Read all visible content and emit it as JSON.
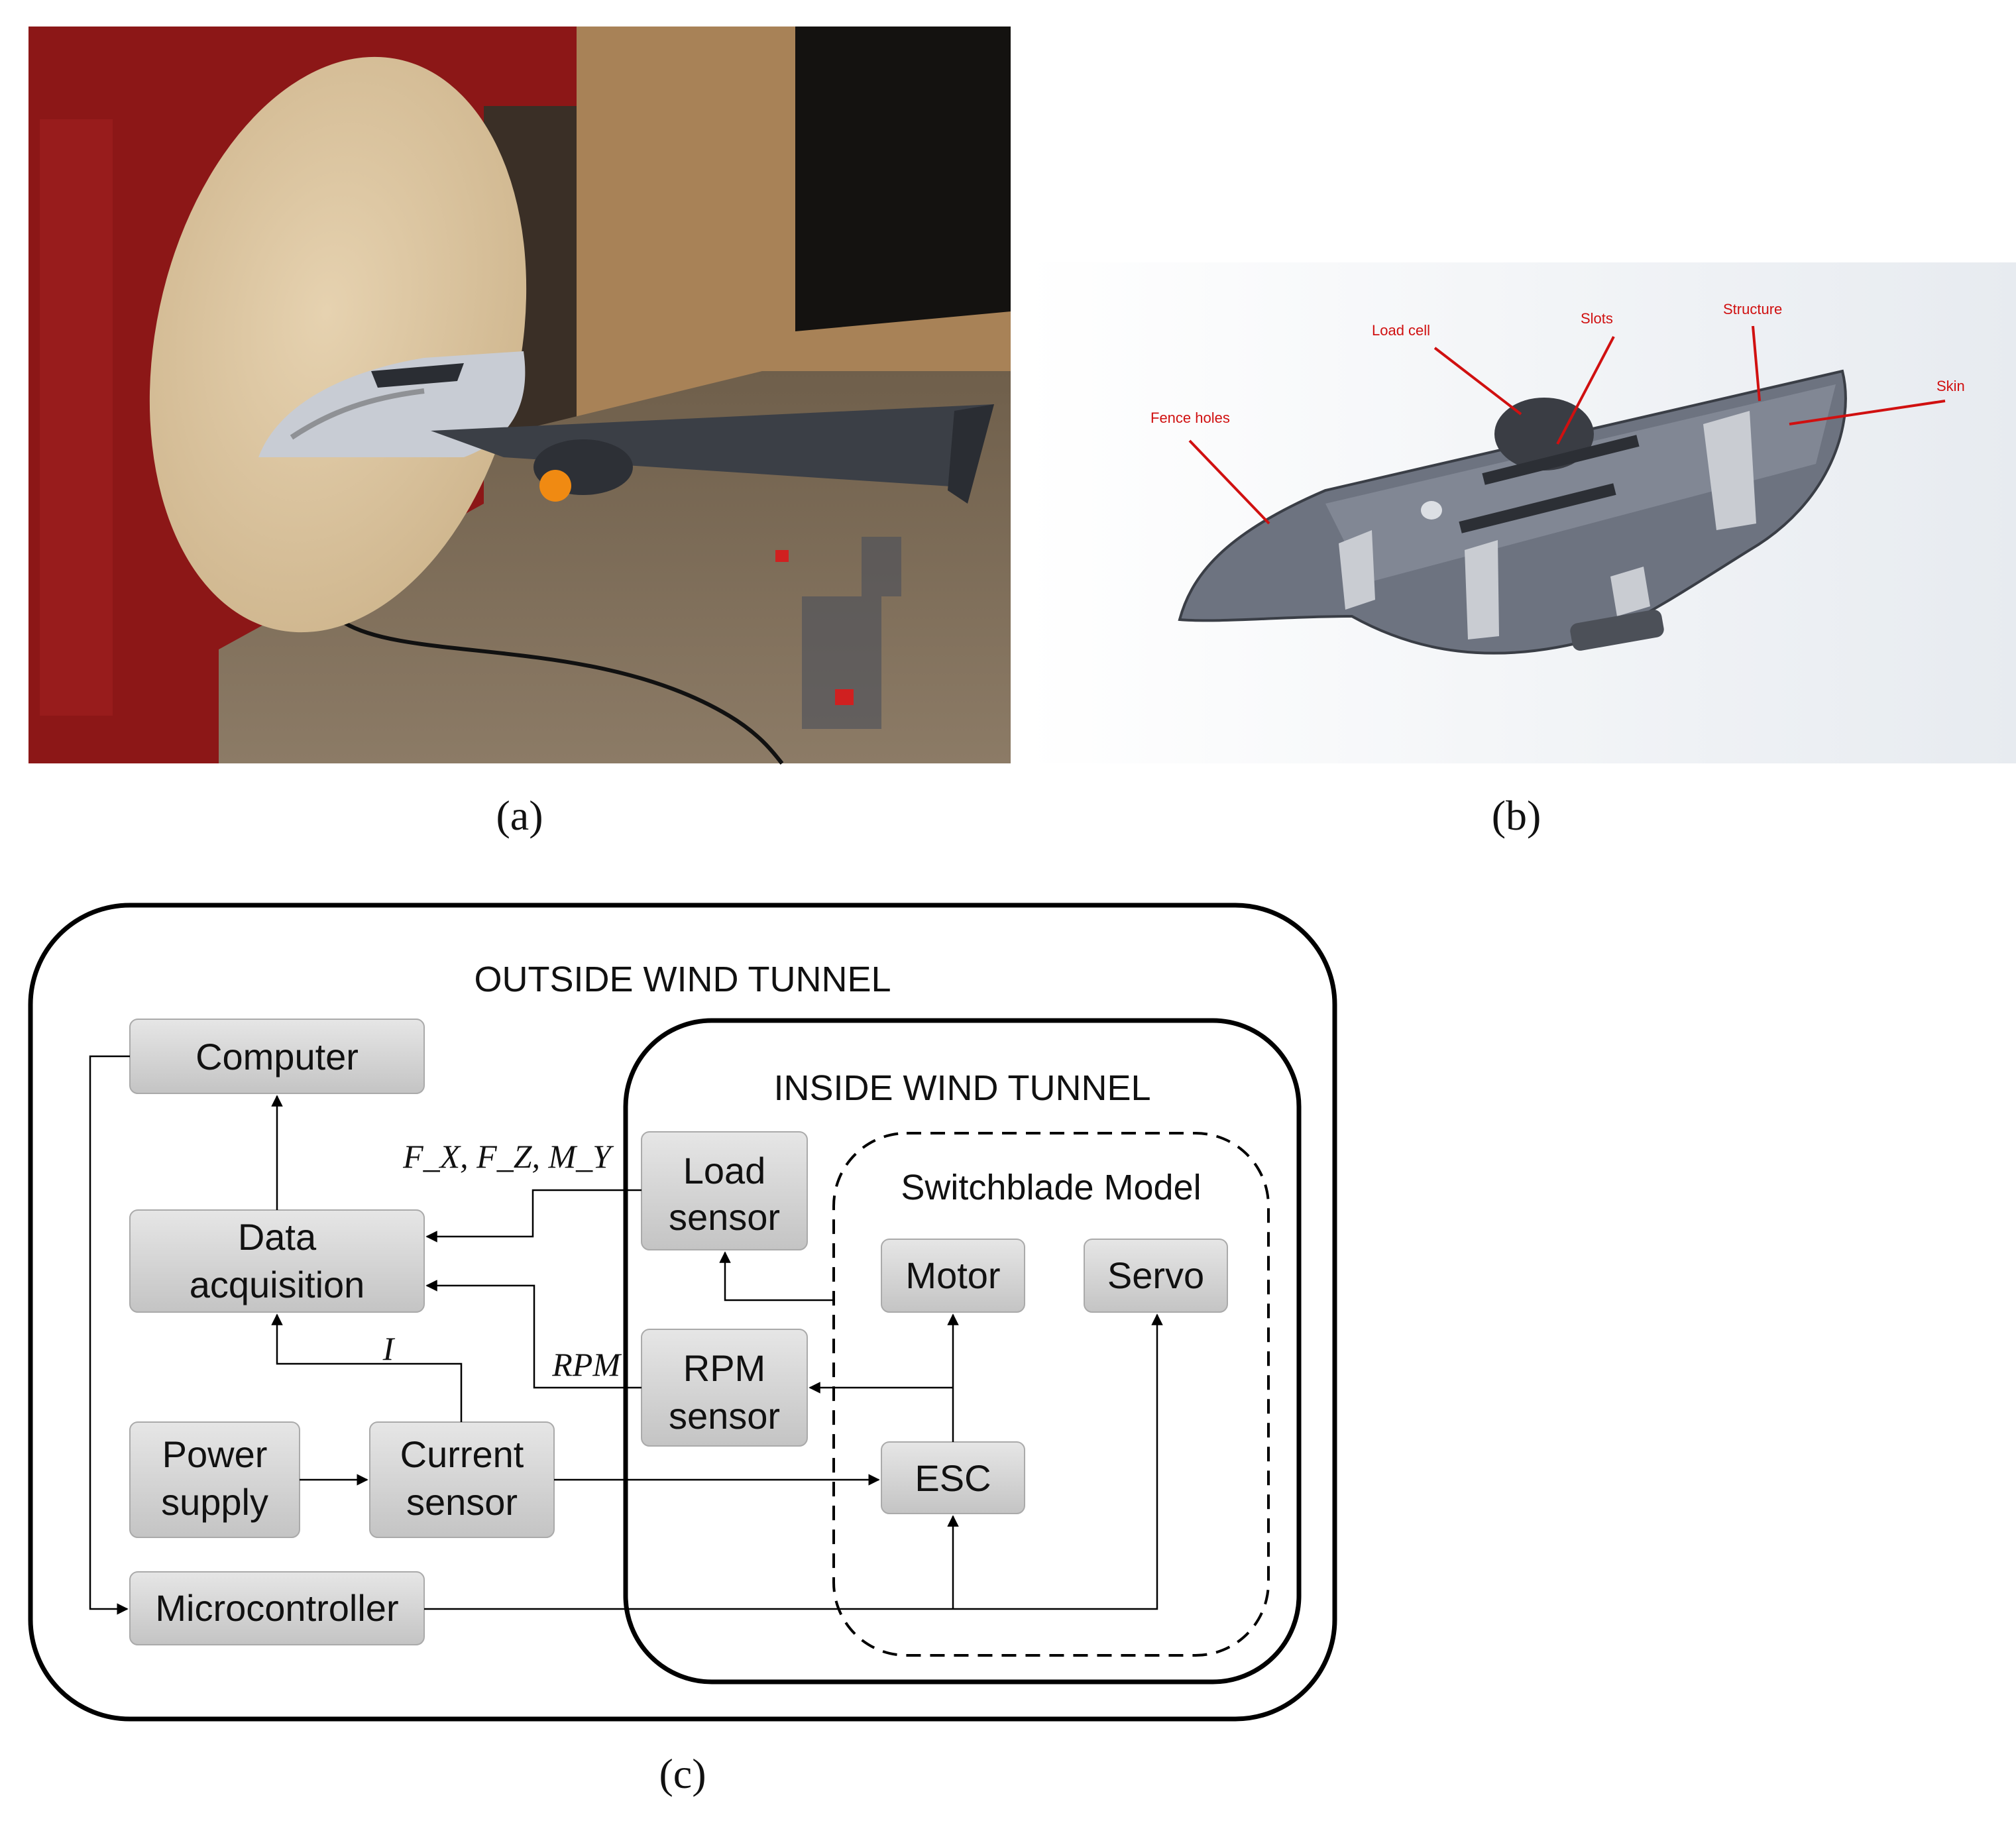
{
  "panel_a": {
    "caption": "(a)"
  },
  "panel_b": {
    "caption": "(b)",
    "labels": {
      "load_cell": "Load cell",
      "slots": "Slots",
      "structure": "Structure",
      "skin": "Skin",
      "fence_holes": "Fence holes"
    }
  },
  "panel_c": {
    "caption": "(c)",
    "outside_title": "OUTSIDE WIND TUNNEL",
    "inside_title": "INSIDE WIND TUNNEL",
    "model_title": "Switchblade Model",
    "blocks": {
      "computer": "Computer",
      "data_acq_1": "Data",
      "data_acq_2": "acquisition",
      "load_1": "Load",
      "load_2": "sensor",
      "rpm_1": "RPM",
      "rpm_2": "sensor",
      "motor": "Motor",
      "servo": "Servo",
      "esc": "ESC",
      "power_1": "Power",
      "power_2": "supply",
      "current_1": "Current",
      "current_2": "sensor",
      "micro": "Microcontroller"
    },
    "signals": {
      "forces": "F_X, F_Z, M_Y",
      "current": "I",
      "rpm": "RPM"
    }
  }
}
